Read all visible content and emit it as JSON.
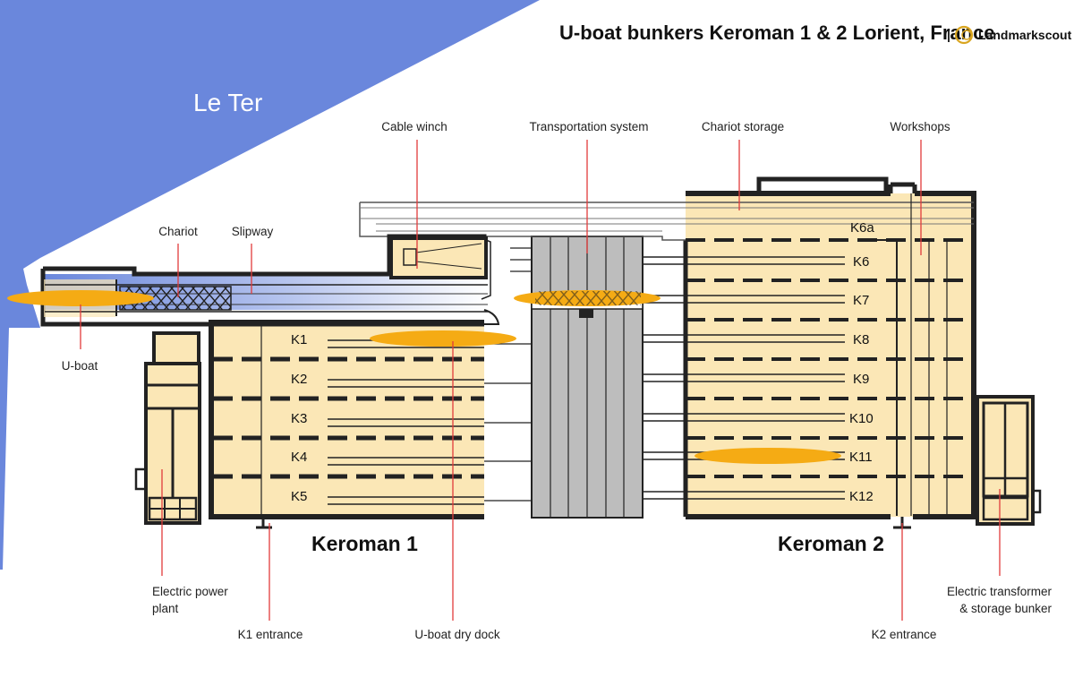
{
  "header": {
    "title": "U-boat bunkers Keroman 1 & 2 Lorient, France",
    "separator": "|",
    "brand": "Landmarkscout"
  },
  "water": {
    "name": "Le Ter"
  },
  "bunkers": {
    "k1_name": "Keroman 1",
    "k2_name": "Keroman 2"
  },
  "docks": {
    "keroman1": [
      "K1",
      "K2",
      "K3",
      "K4",
      "K5"
    ],
    "keroman2": [
      "K6a",
      "K6",
      "K7",
      "K8",
      "K9",
      "K10",
      "K11",
      "K12"
    ]
  },
  "labels": {
    "cable_winch": "Cable winch",
    "transportation_system": "Transportation system",
    "chariot_storage": "Chariot storage",
    "workshops": "Workshops",
    "chariot": "Chariot",
    "slipway": "Slipway",
    "uboat": "U-boat",
    "electric_power_plant_1": "Electric power",
    "electric_power_plant_2": "plant",
    "k1_entrance": "K1 entrance",
    "uboat_dry_dock": "U-boat dry dock",
    "k2_entrance": "K2 entrance",
    "electric_transformer_1": "Electric transformer",
    "electric_transformer_2": "& storage bunker"
  },
  "colors": {
    "water": "#6a87dc",
    "bunker_fill": "#fbe7b6",
    "uboat": "#f5ab14",
    "transport": "#bdbdbd",
    "walls": "#222222",
    "leader": "#e23b3b"
  }
}
